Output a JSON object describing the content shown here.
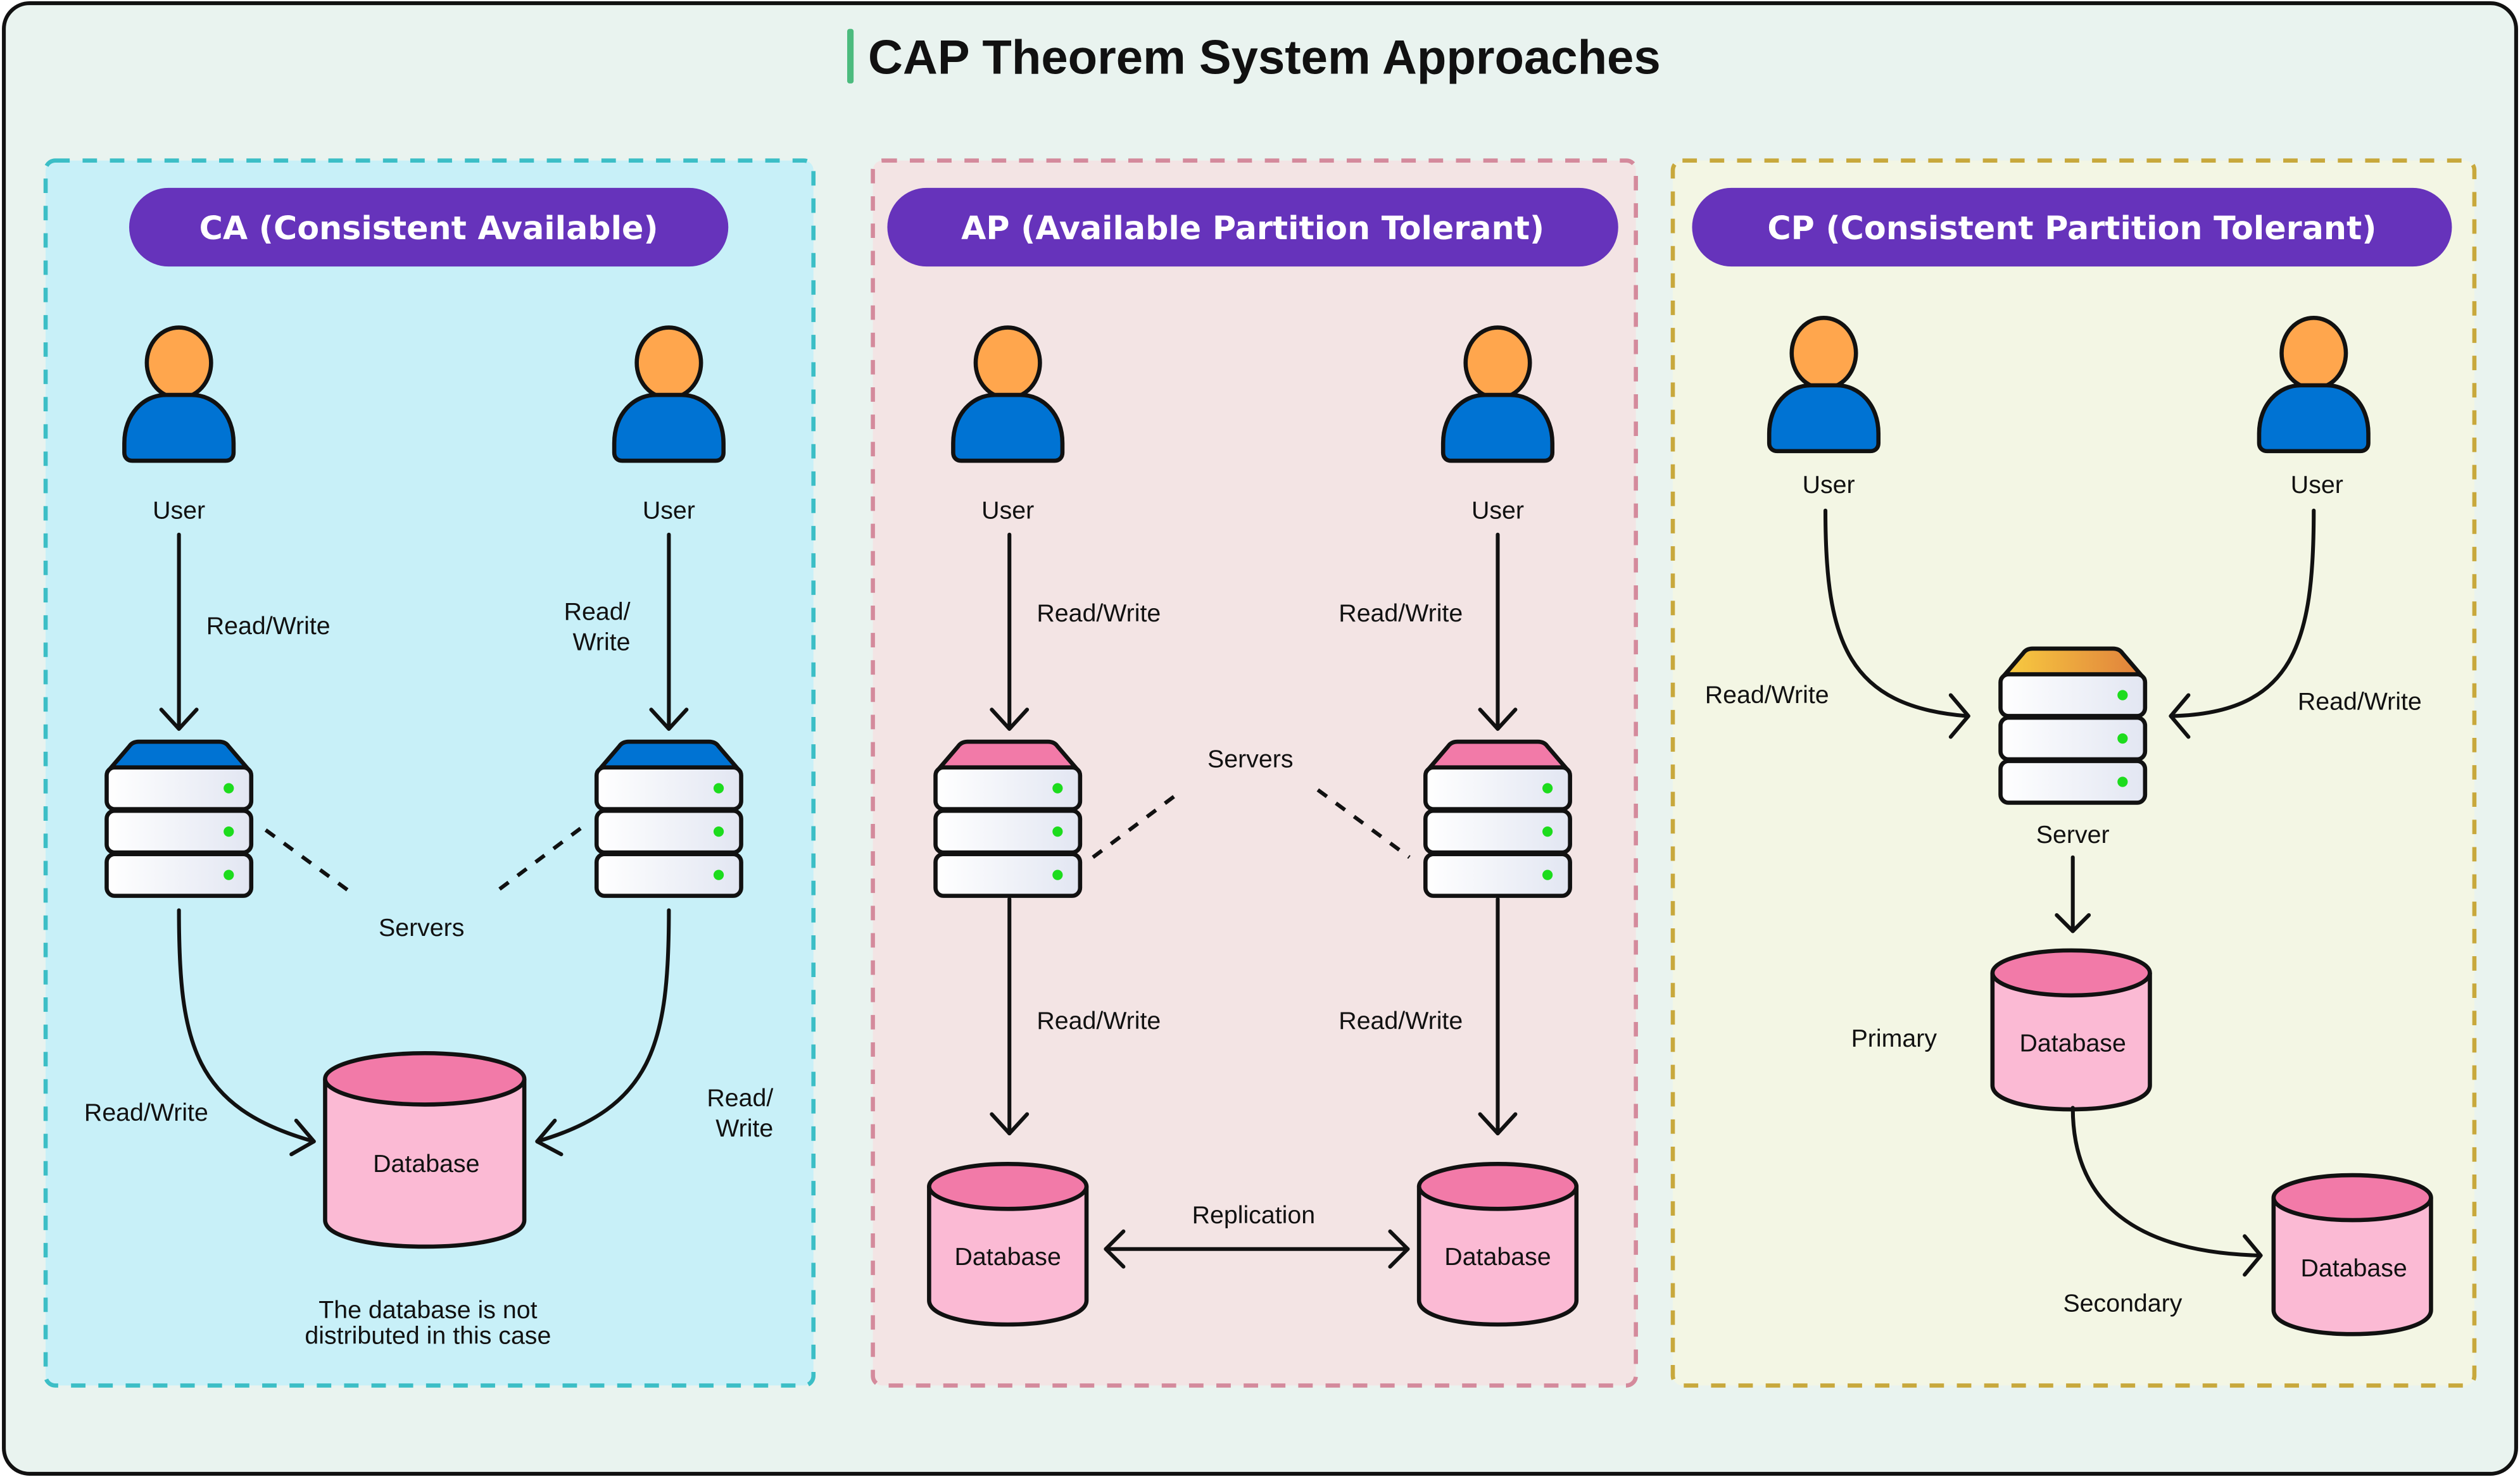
{
  "title": "CAP Theorem System Approaches",
  "colors": {
    "page_bg": "#e9f3ef",
    "frame_border": "#111111",
    "title_accent": "#4cbb7e",
    "pill_bg": "#6633bb",
    "pill_text": "#ffffff",
    "user_head": "#ffa64d",
    "user_body": "#0073d3",
    "server_led": "#1ddc1d",
    "db_top": "#f27aa8",
    "db_body": "#fbbad4"
  },
  "panels": [
    {
      "id": "ca",
      "heading": "CA (Consistent Available)",
      "bg": "#c8f0f8",
      "border": "#3cbec6",
      "server_cap_color": "#0073d3",
      "users": [
        {
          "label": "User"
        },
        {
          "label": "User"
        }
      ],
      "user_to_server_labels": [
        "Read/Write",
        "Read/\nWrite"
      ],
      "servers_label": "Servers",
      "server_to_db_labels": [
        "Read/Write",
        "Read/\nWrite"
      ],
      "database_label": "Database",
      "note": "The database is not\ndistributed in this case"
    },
    {
      "id": "ap",
      "heading": "AP (Available Partition Tolerant)",
      "bg": "#f3e4e4",
      "border": "#d48a9c",
      "server_cap_color": "#f27aa8",
      "users": [
        {
          "label": "User"
        },
        {
          "label": "User"
        }
      ],
      "user_to_server_labels": [
        "Read/Write",
        "Read/Write"
      ],
      "servers_label": "Servers",
      "server_to_db_labels": [
        "Read/Write",
        "Read/Write"
      ],
      "databases": [
        {
          "label": "Database"
        },
        {
          "label": "Database"
        }
      ],
      "replication_label": "Replication"
    },
    {
      "id": "cp",
      "heading": "CP (Consistent Partition Tolerant)",
      "bg": "#f3f6e4",
      "border": "#c8a83c",
      "server_cap_gradient": [
        "#f8cc40",
        "#e0803c"
      ],
      "users": [
        {
          "label": "User"
        },
        {
          "label": "User"
        }
      ],
      "user_to_server_labels": [
        "Read/Write",
        "Read/Write"
      ],
      "server_label": "Server",
      "primary_label": "Primary",
      "primary_db_label": "Database",
      "secondary_label": "Secondary",
      "secondary_db_label": "Database"
    }
  ]
}
